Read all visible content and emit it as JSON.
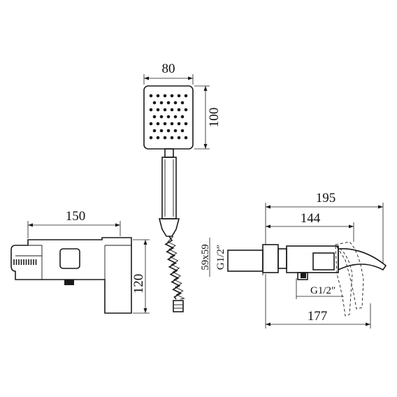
{
  "dimensions": {
    "head_width": "80",
    "head_height": "100",
    "body_width": "150",
    "body_height": "120",
    "total_depth": "195",
    "body_depth": "144",
    "outlet_depth": "177",
    "flange_size": "59x59",
    "inlet_thread": "G1/2″",
    "outlet_thread": "G1/2″"
  }
}
